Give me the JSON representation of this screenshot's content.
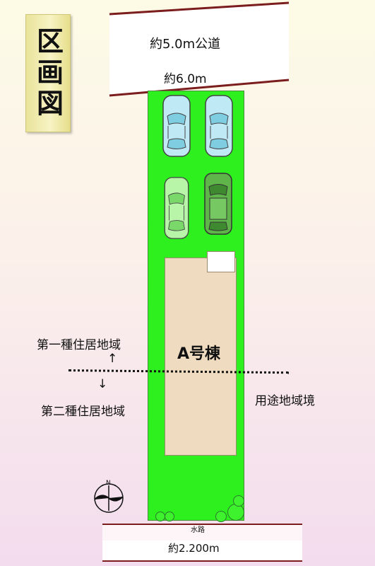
{
  "title": "区画図",
  "road": {
    "top_label": "約5.0m公道",
    "frontage_label": "約6.0m"
  },
  "building_label": "A号棟",
  "zoning": {
    "upper": "第一種住居地域",
    "lower": "第二種住居地域",
    "boundary": "用途地域境"
  },
  "waterway_label": "水路",
  "bottom_label": "約2.200m",
  "compass_letter": "N",
  "colors": {
    "plot_green": "#2ef01e",
    "building_beige": "#efdcc0",
    "road_border": "#7b1d1d",
    "title_yellow": "#f7f3c4"
  },
  "cars": [
    {
      "name": "car-1",
      "color": "light-blue"
    },
    {
      "name": "car-2",
      "color": "light-blue"
    },
    {
      "name": "car-3",
      "color": "light-green"
    },
    {
      "name": "car-4",
      "color": "dark-green"
    }
  ]
}
